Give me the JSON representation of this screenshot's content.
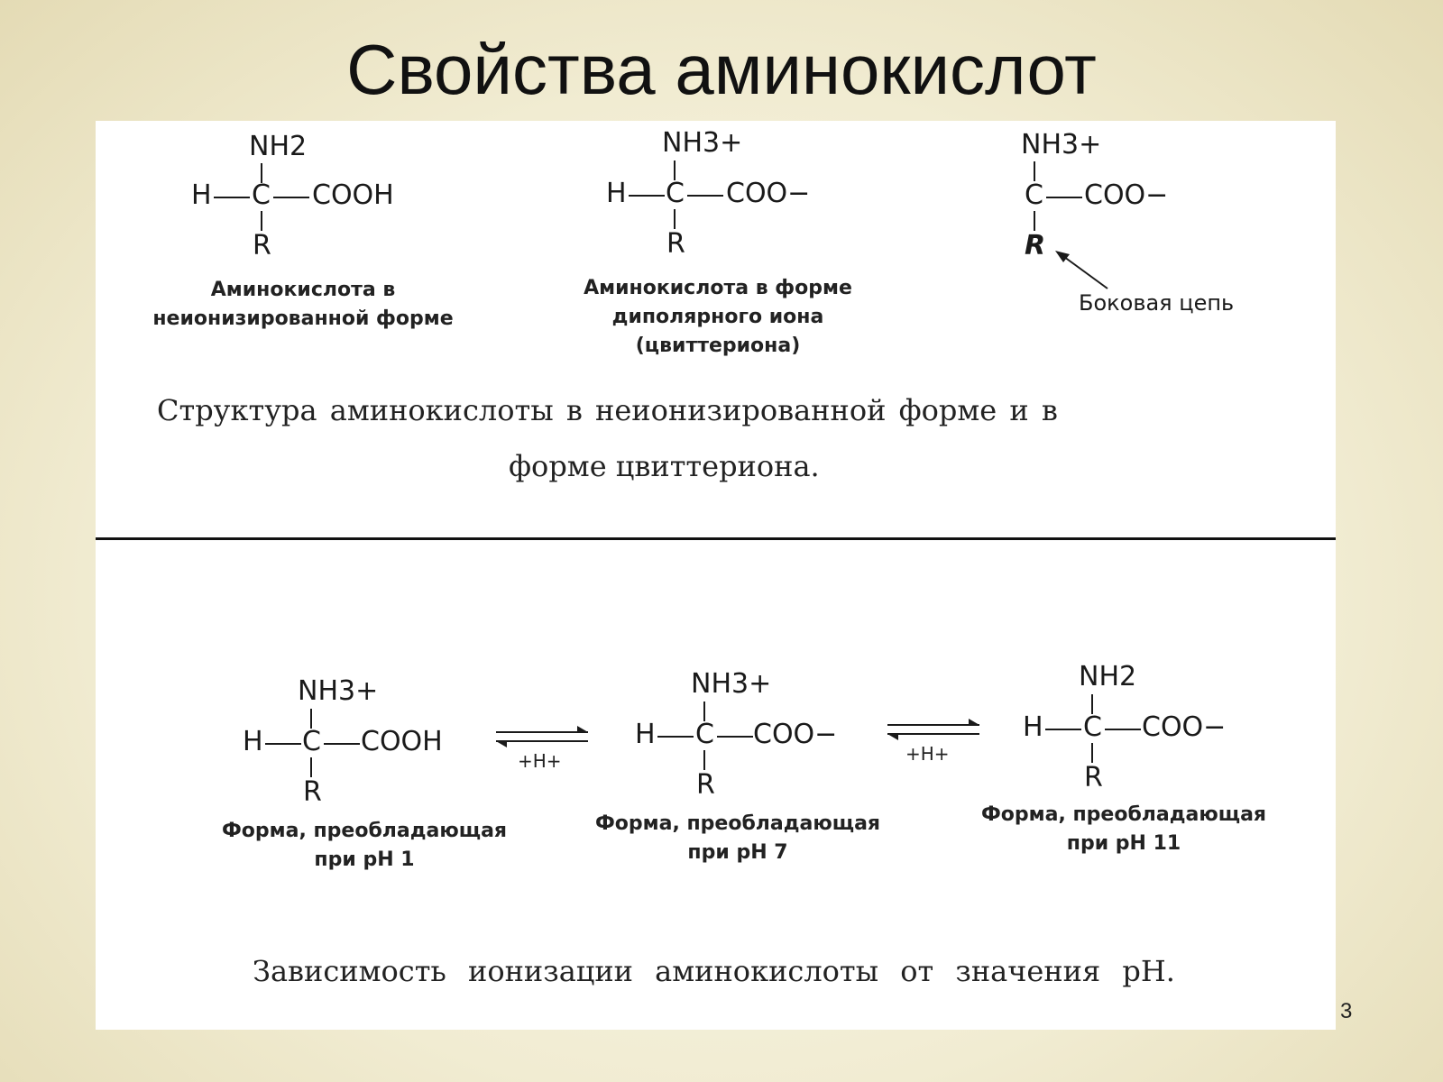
{
  "title": "Свойства аминокислот",
  "top": {
    "s1": {
      "top": "NH2",
      "left": "H",
      "center": "C",
      "right": "COOH",
      "bottom": "R"
    },
    "s1_caption": [
      "Аминокислота в",
      "неионизированной форме"
    ],
    "s2": {
      "top": "NH3+",
      "left": "H",
      "center": "C",
      "right": "COO−",
      "bottom": "R"
    },
    "s2_caption": [
      "Аминокислота в форме",
      "диполярного иона",
      "(цвиттериона)"
    ],
    "s3": {
      "top": "NH3+",
      "center": "C",
      "right": "COO−",
      "bottom": "R"
    },
    "s3_label": "Боковая цепь",
    "text_line1": "Структура аминокислоты в неионизированной форме и в",
    "text_line2": "форме цвиттериона."
  },
  "bottom": {
    "s1": {
      "top": "NH3+",
      "left": "H",
      "center": "C",
      "right": "COOH",
      "bottom": "R"
    },
    "s1_caption": [
      "Форма, преобладающая",
      "при pH 1"
    ],
    "arrow1_label": "+H+",
    "s2": {
      "top": "NH3+",
      "left": "H",
      "center": "C",
      "right": "COO−",
      "bottom": "R"
    },
    "s2_caption": [
      "Форма, преобладающая",
      "при pH 7"
    ],
    "arrow2_label": "+H+",
    "s3": {
      "top": "NH2",
      "left": "H",
      "center": "C",
      "right": "COO−",
      "bottom": "R"
    },
    "s3_caption": [
      "Форма, преобладающая",
      "при pH 11"
    ],
    "text": "Зависимость ионизации аминокислоты от значения pH."
  },
  "page_number": "3"
}
